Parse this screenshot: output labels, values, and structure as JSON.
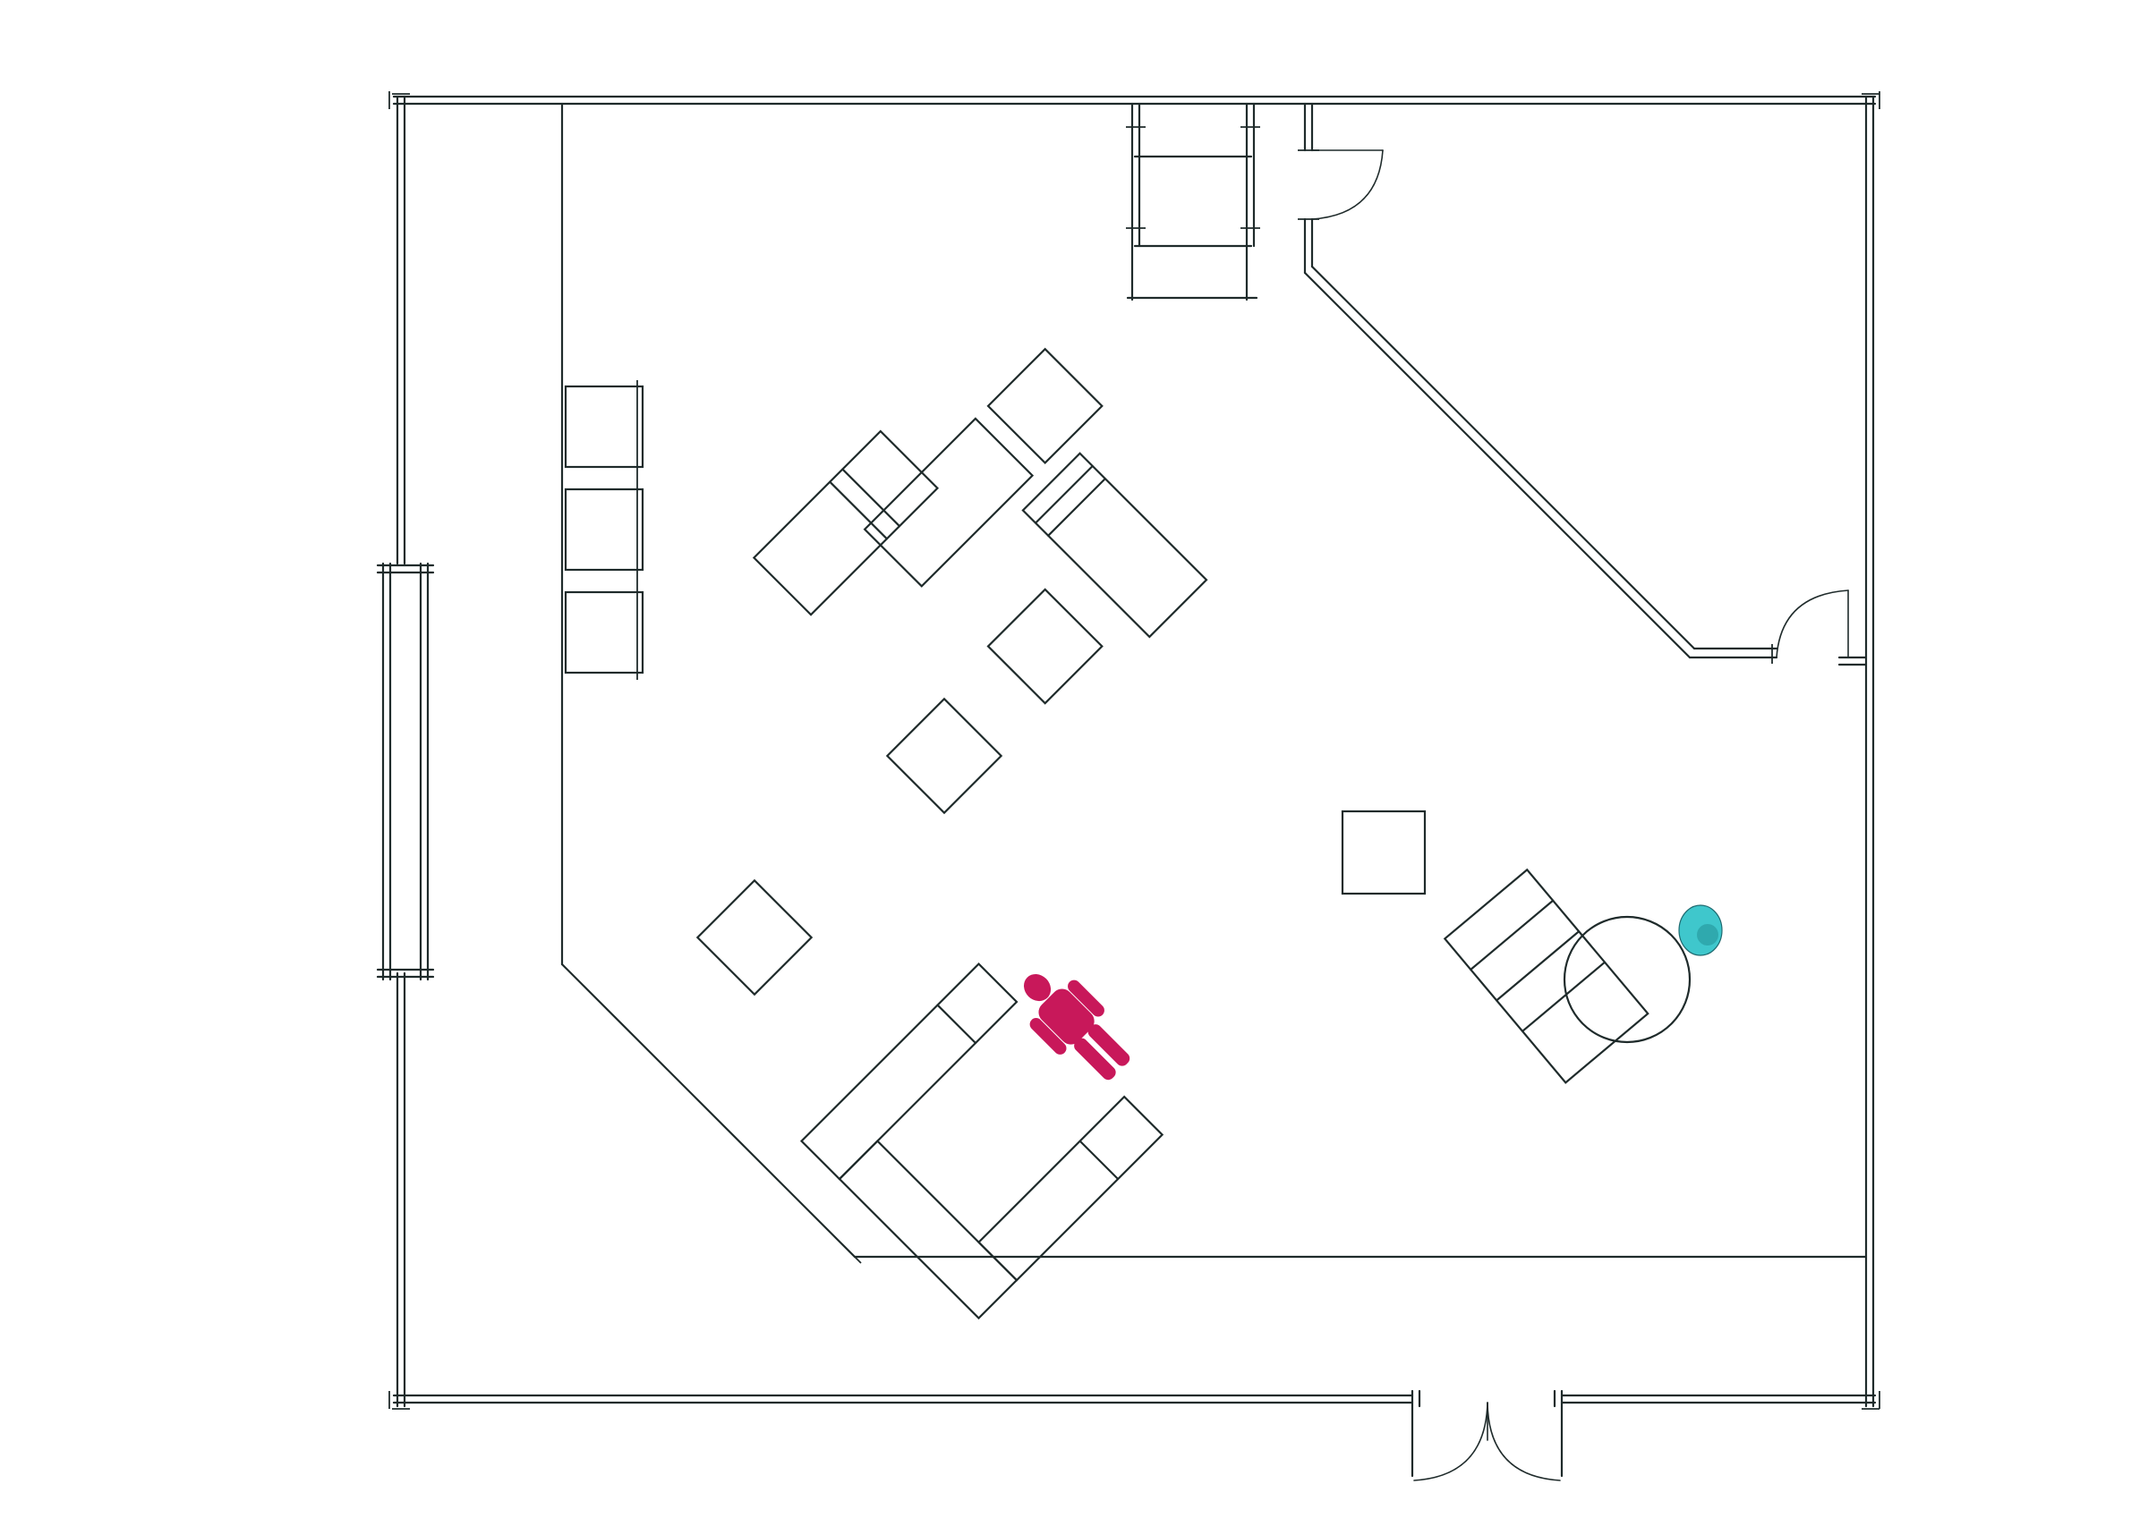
{
  "diagram": {
    "kind": "architectural floor plan (line drawing)",
    "colors": {
      "line": "#1f2b2b",
      "background": "#ffffff",
      "person_standing": "#c8185a",
      "person_seated": "#3fc7cc"
    },
    "elements": [
      {
        "name": "outer-walls"
      },
      {
        "name": "inner-partition-left"
      },
      {
        "name": "diagonal-partition-right"
      },
      {
        "name": "entrance-double-door"
      },
      {
        "name": "top-right-door"
      },
      {
        "name": "right-side-door"
      },
      {
        "name": "left-window"
      },
      {
        "name": "bench-top"
      },
      {
        "name": "bench-left-wall"
      },
      {
        "name": "central-cross-bench-cluster"
      },
      {
        "name": "stool-cluster"
      },
      {
        "name": "lounge-bench-bottom"
      },
      {
        "name": "round-table"
      },
      {
        "name": "person-standing-icon"
      },
      {
        "name": "person-seated-icon"
      }
    ]
  }
}
